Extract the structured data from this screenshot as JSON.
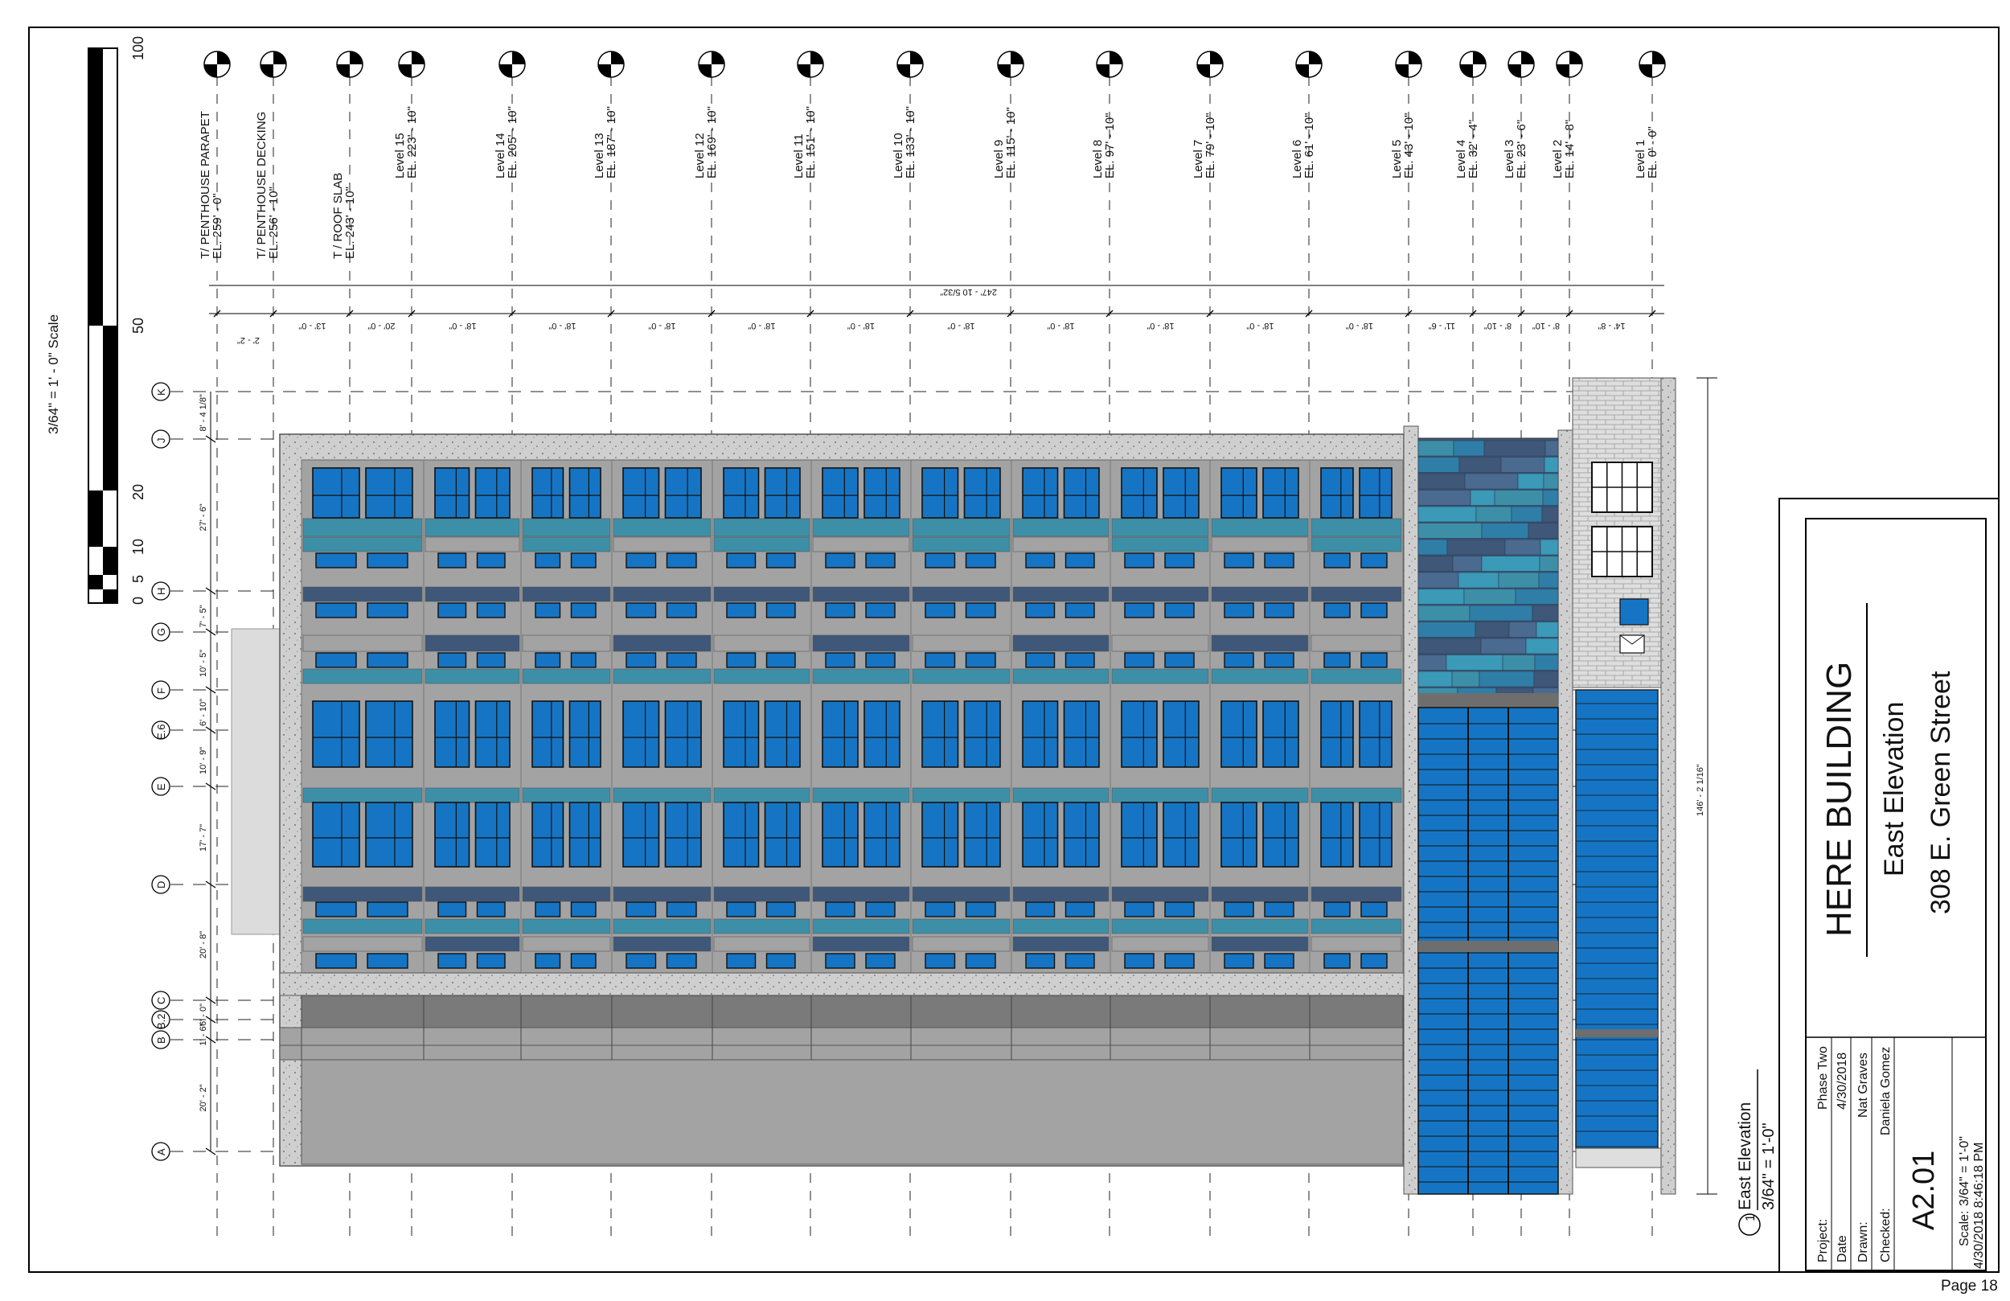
{
  "sheet": {
    "page_label": "Page 18",
    "border_color": "#000000"
  },
  "scale_bar": {
    "title": "3/64\" = 1' - 0\" Scale",
    "ticks": [
      "100",
      "50",
      "20",
      "10",
      "5",
      "0"
    ]
  },
  "levels": [
    {
      "name": "T/ PENTHOUSE PARAPET",
      "el": "EL. 259' - 0\""
    },
    {
      "name": "T/ PENTHOUSE DECKING",
      "el": "EL. 256' - 10\""
    },
    {
      "name": "T / ROOF SLAB",
      "el": "EL. 243' - 10\""
    },
    {
      "name": "Level 15",
      "el": "EL. 223' - 10\""
    },
    {
      "name": "Level 14",
      "el": "EL. 205' - 10\""
    },
    {
      "name": "Level 13",
      "el": "EL. 187' - 10\""
    },
    {
      "name": "Level 12",
      "el": "EL. 169' - 10\""
    },
    {
      "name": "Level 11",
      "el": "EL. 151' - 10\""
    },
    {
      "name": "Level 10",
      "el": "EL. 133' - 10\""
    },
    {
      "name": "Level 9",
      "el": "EL. 115' - 10\""
    },
    {
      "name": "Level 8",
      "el": "EL. 97' - 10\""
    },
    {
      "name": "Level 7",
      "el": "EL. 79' - 10\""
    },
    {
      "name": "Level 6",
      "el": "EL. 61' - 10\""
    },
    {
      "name": "Level 5",
      "el": "EL. 43' - 10\""
    },
    {
      "name": "Level 4",
      "el": "EL. 32' - 4\""
    },
    {
      "name": "Level 3",
      "el": "EL. 23' - 6\""
    },
    {
      "name": "Level 2",
      "el": "EL. 14' - 8\""
    },
    {
      "name": "Level 1",
      "el": "EL. 0' - 0\""
    }
  ],
  "level_dims": [
    "2' - 2\"",
    "13' - 0\"",
    "20' - 0\"",
    "18' - 0\"",
    "18' - 0\"",
    "18' - 0\"",
    "18' - 0\"",
    "18' - 0\"",
    "18' - 0\"",
    "18' - 0\"",
    "18' - 0\"",
    "18' - 0\"",
    "18' - 0\"",
    "11' - 6\"",
    "8' - 10\"",
    "8' - 10\"",
    "14' - 8\""
  ],
  "overall_dim": "247' - 10 5/32\"",
  "grids": [
    "K",
    "J",
    "H",
    "G",
    "F",
    "E.6",
    "E",
    "D",
    "C",
    "B.2",
    "B",
    "A"
  ],
  "grid_dims": [
    "8' - 4 1/8\"",
    "27' - 6\"",
    "7' - 5\"",
    "10' - 5\"",
    "6' - 10\"",
    "10' - 9\"",
    "17' - 7\"",
    "20' - 8\"",
    "6' - 0\"",
    "1' - 6\"",
    "20' - 2\""
  ],
  "overall_grid_dim": "146' - 2 1/16\"",
  "view_title": {
    "number": "1",
    "name": "East Elevation",
    "scale": "3/64\" = 1'-0\""
  },
  "title_block": {
    "project_name": "HERE BUILDING",
    "sheet_name": "East Elevation",
    "address": "308 E. Green Street",
    "fields": [
      {
        "label": "Project:",
        "value": "Phase Two"
      },
      {
        "label": "Date",
        "value": "4/30/2018"
      },
      {
        "label": "Drawn:",
        "value": "Nat Graves"
      },
      {
        "label": "Checked:",
        "value": "Daniela Gomez"
      }
    ],
    "sheet_number": "A2.01",
    "scale_label": "Scale:",
    "scale_value": "3/64\" = 1'-0\"",
    "timestamp": "4/30/2018 8:46:18 PM"
  },
  "colors": {
    "glass": "#1575c4",
    "teal_band": "#3d8fa7",
    "navy_band": "#3f5778",
    "wall_gray": "#a3a3a3",
    "concrete": "#cfcfcf",
    "dark_band": "#7a7a7a"
  }
}
